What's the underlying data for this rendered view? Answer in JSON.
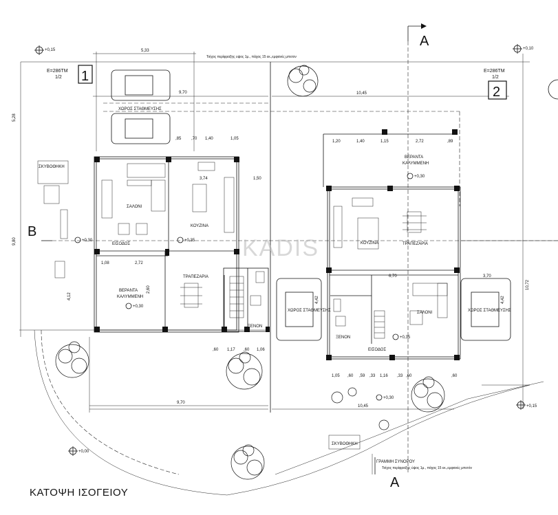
{
  "drawing": {
    "title": "ΚΑΤΟΨΗ ΙΣΟΓΕΙΟΥ",
    "section_a_top": "A",
    "section_a_bottom": "A",
    "section_b": "B",
    "watermark": "KADIS",
    "boundary_label": "ΓΡΑΜΜΗ ΣΥΝΟΡΟΥ",
    "boundary_note": "Τοίχος περίφραξης ύψος 1μ., πάχος 15 εκ.,εμφανές μπετόν",
    "top_wall_note": "Τοίχος περίφραξης υψος 1μ., πάχος 15 εκ.,εμφανές μπετον"
  },
  "units": [
    {
      "number": "1",
      "area": "E=286TM",
      "fraction": "1/2"
    },
    {
      "number": "2",
      "area": "E=286TM",
      "fraction": "1/2"
    }
  ],
  "levels": {
    "top_left": "+0,15",
    "top_right": "+0,10",
    "right_side": "+0,15",
    "bottom_left": "+0,00",
    "entrance_1": "+0,35",
    "veranda_1": "+0,30",
    "porch_1": "+0,30",
    "entrance_2": "+0,35",
    "veranda_2": "+0,30",
    "entrance_path": "+0,30"
  },
  "rooms": {
    "parking_1": "ΧΩΡΟΣ ΣΤΑΘΜΕΥΣΗΣ",
    "living_1": "ΣΑΛΟΝΙ",
    "kitchen_1": "ΚΟΥΖΙΝΑ",
    "entrance_1": "ΕΙΣΟΔΟΣ",
    "veranda_1_a": "ΒΕΡΑΝΤΑ",
    "veranda_1_b": "ΚΑΛΥΜΜΕΝΗ",
    "dining_1": "ΤΡΑΠΕΖΑΡΙΑ",
    "wc_1": "ΞΕΝΟΝ",
    "storage_1": "ΣΚΥΒΟΘΗΚΗ",
    "parking_2a": "ΧΩΡΟΣ ΣΤΑΘΜΕΥΣΗΣ",
    "parking_2b": "ΧΩΡΟΣ ΣΤΑΘΜΕΥΣΗΣ",
    "veranda_2_a": "ΒΕΡΑΝΤΑ",
    "veranda_2_b": "ΚΑΛΥΜΜΕΝΗ",
    "kitchen_2": "ΚΟΥΖΙΝΑ",
    "dining_2": "ΤΡΑΠΕΖΑΡΙΑ",
    "living_2": "ΣΑΛΟΝΙ",
    "entrance_2": "ΕΙΣΟΔΟΣ",
    "wc_2": "ΞΕΝΟΝ",
    "storage_2": "ΣΚΥΒΟΘΗΚΗ"
  },
  "dimensions": {
    "d_533": "5,33",
    "d_970_top": "9,70",
    "d_1045_top": "10,45",
    "d_528": "5,28",
    "d_980": "9,80",
    "d_412": "4,12",
    "d_1072": "10,72",
    "d_970_bottom": "9,70",
    "d_1045_bottom": "10,45",
    "d_374": "3,74",
    "d_150": "1,50",
    "d_108": "1,08",
    "d_272": "2,72",
    "d_140": "1,40",
    "d_105": "1,05",
    "d_085": ",85",
    "d_070": ",70",
    "d_670": "6,70",
    "d_370": "3,70",
    "d_120": "1,20",
    "d_115": "1,15",
    "d_089": ",89",
    "d_442": "4,42",
    "d_260": "2,60",
    "d_117": "1,17",
    "d_060": ",60",
    "d_106": "1,06",
    "d_033": ",33",
    "d_059": ",59",
    "d_116": "1,16"
  }
}
